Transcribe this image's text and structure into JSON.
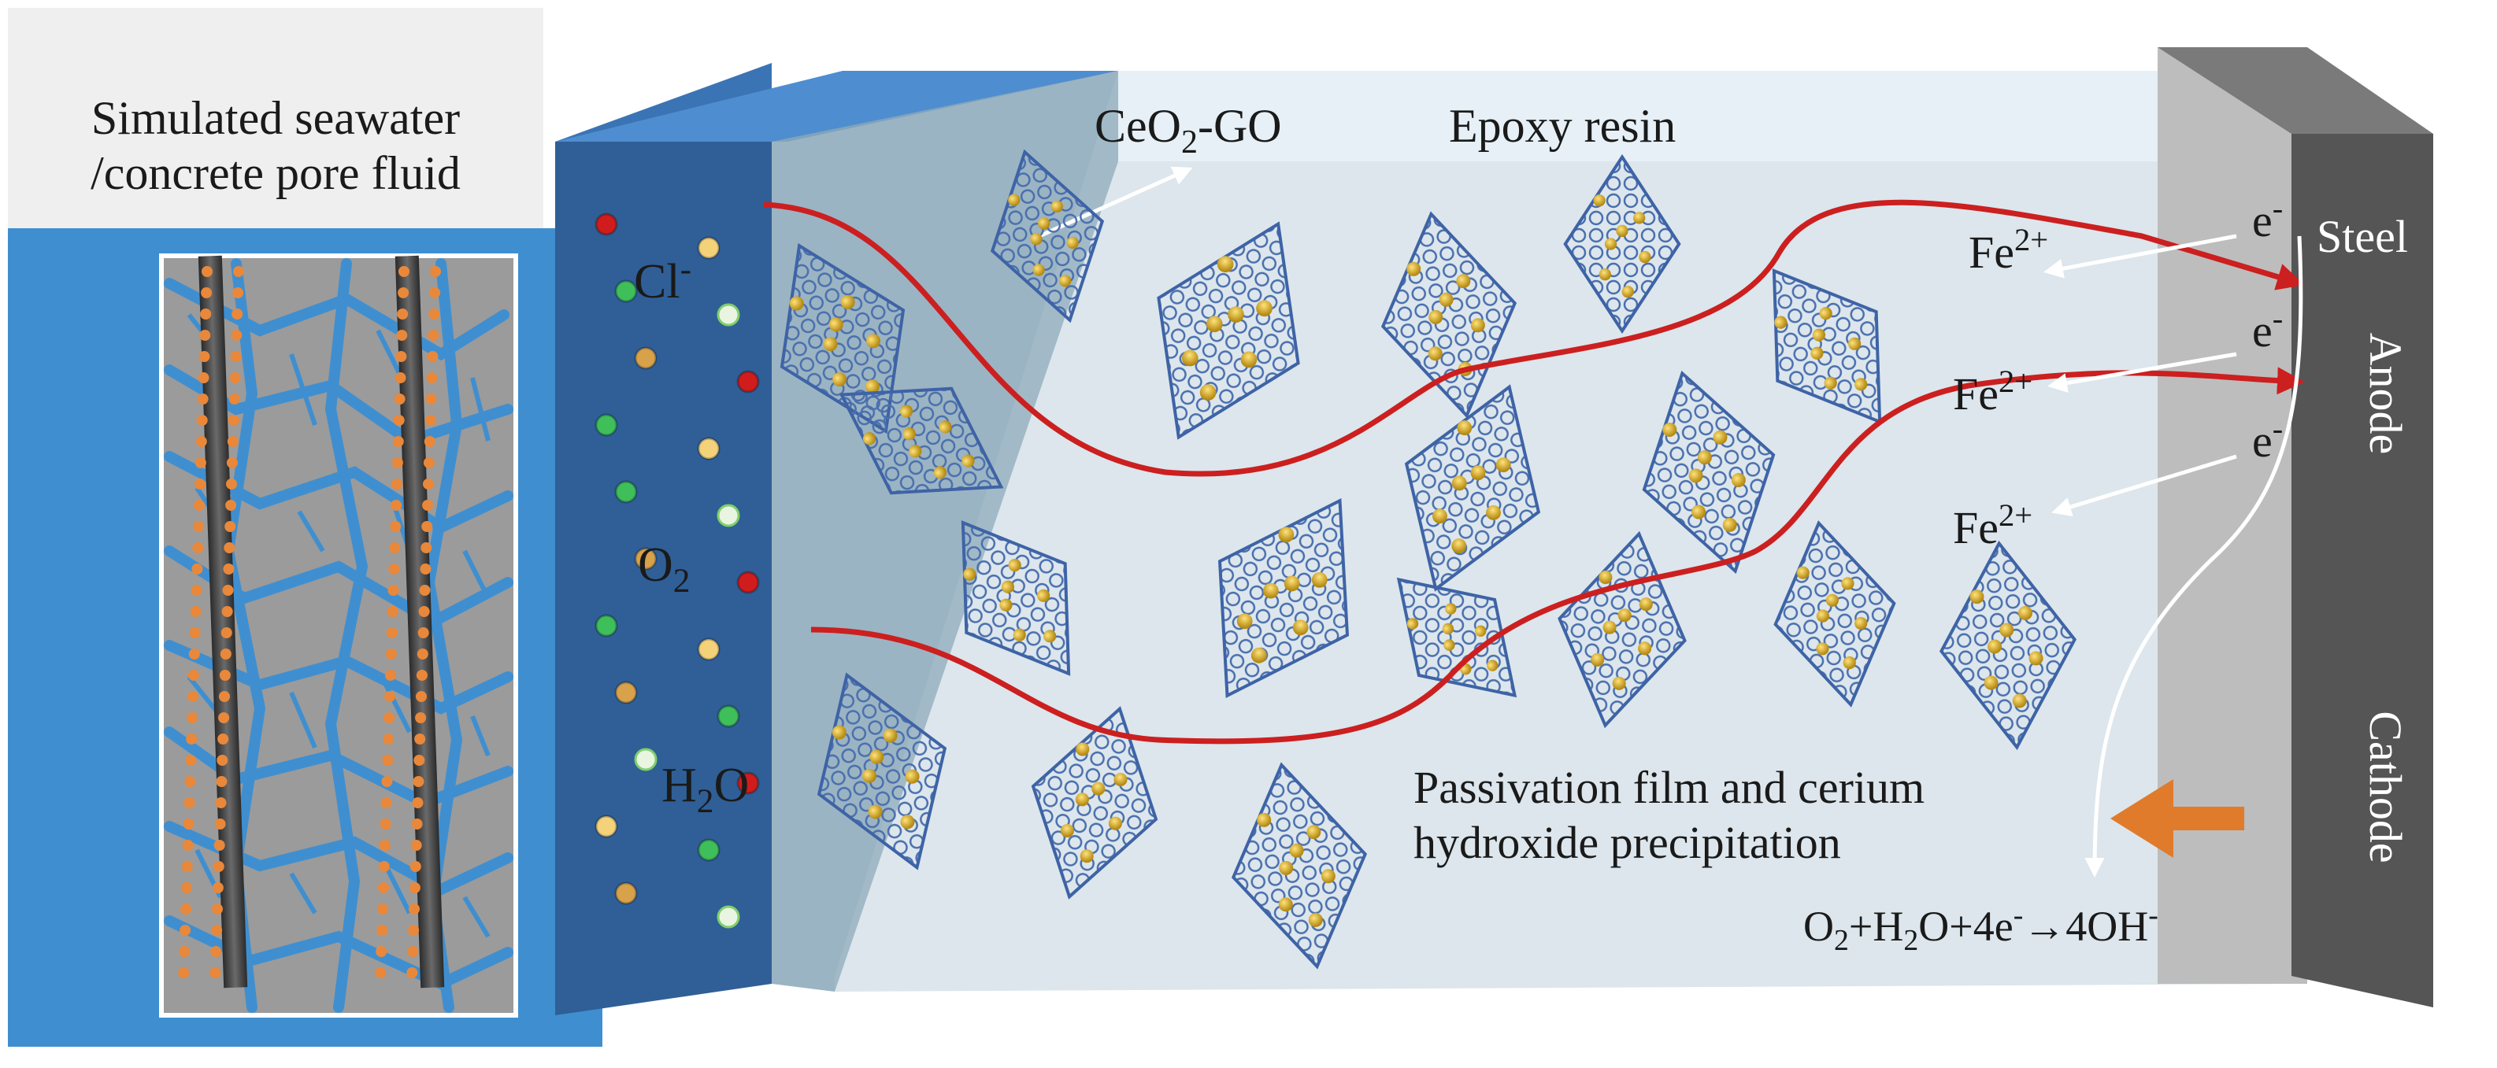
{
  "labels": {
    "left_panel_title_line1": "Simulated seawater",
    "left_panel_title_line2": "/concrete pore fluid",
    "ceo2go_main": "CeO",
    "ceo2go_sub": "2",
    "ceo2go_tail": "-GO",
    "epoxy": "Epoxy resin",
    "cl_main": "Cl",
    "cl_sup": "-",
    "o2_main": "O",
    "o2_sub": "2",
    "h2o_h": "H",
    "h2o_sub": "2",
    "h2o_o": "O",
    "fe_main": "Fe",
    "fe_sup": "2+",
    "e_main": "e",
    "e_sup": "-",
    "steel": "Steel",
    "anode": "Anode",
    "cathode": "Cathode",
    "passivation_line1": "Passivation film and cerium",
    "passivation_line2": "hydroxide precipitation",
    "reaction": {
      "o": "O",
      "o2sub": "2",
      "plus_h": "+H",
      "h2sub": "2",
      "o_plus_4e": "O+4e",
      "e_sup": "-",
      "arrow_4oh": "→4OH",
      "oh_sup": "-"
    }
  },
  "colors": {
    "seawater_blue": "#3f8fd0",
    "solution_dark": "#2f5f96",
    "epoxy_light": "#dbe8ef",
    "epoxy_front": "#d4dde2",
    "steel_dark": "#555555",
    "steel_light": "#bdbdbd",
    "red_path": "#cc1f1f",
    "orange_arrow": "#e07b2c"
  },
  "ions": [
    {
      "color": "red"
    },
    {
      "color": "yellow"
    },
    {
      "color": "green"
    },
    {
      "color": "white"
    },
    {
      "color": "orange"
    },
    {
      "color": "red"
    },
    {
      "color": "green"
    },
    {
      "color": "yellow"
    },
    {
      "color": "green"
    },
    {
      "color": "white"
    },
    {
      "color": "orange"
    },
    {
      "color": "red"
    },
    {
      "color": "green"
    },
    {
      "color": "yellow"
    },
    {
      "color": "orange"
    },
    {
      "color": "green"
    },
    {
      "color": "white"
    },
    {
      "color": "red"
    },
    {
      "color": "yellow"
    },
    {
      "color": "green"
    },
    {
      "color": "orange"
    },
    {
      "color": "white"
    }
  ],
  "flakes_count": 20
}
